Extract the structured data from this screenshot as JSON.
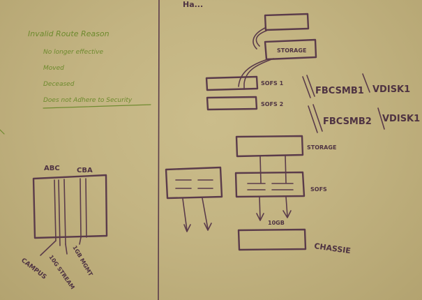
{
  "whiteboard": {
    "header_partial": "Ha...",
    "notes": {
      "title": "Invalid Route Reason",
      "items": [
        "No longer effective",
        "Moved",
        "Deceased",
        "Does not Adhere to Security"
      ]
    },
    "diagram_left": {
      "label_top_left": "ABC",
      "label_top_right": "CBA",
      "label_campus": "CAMPUS",
      "label_stream": "10G STREAM",
      "label_mgmt": "1GB MGMT"
    },
    "diagram_right": {
      "storage_top": "STORAGE",
      "sofs1": "SOFS 1",
      "sofs2": "SOFS 2",
      "fbcsmb1": "FBCSMB1",
      "vdisk1_a": "VDISK1",
      "fbcsmb2": "FBCSMB2",
      "vdisk1_b": "VDISK1",
      "storage_mid": "STORAGE",
      "sofs": "SOFS",
      "speed": "10GB",
      "chassis": "CHASSIE"
    }
  },
  "colors": {
    "board": "#c3b482",
    "marker": "#5a3b4a",
    "green_marker": "#6f8a2f"
  }
}
